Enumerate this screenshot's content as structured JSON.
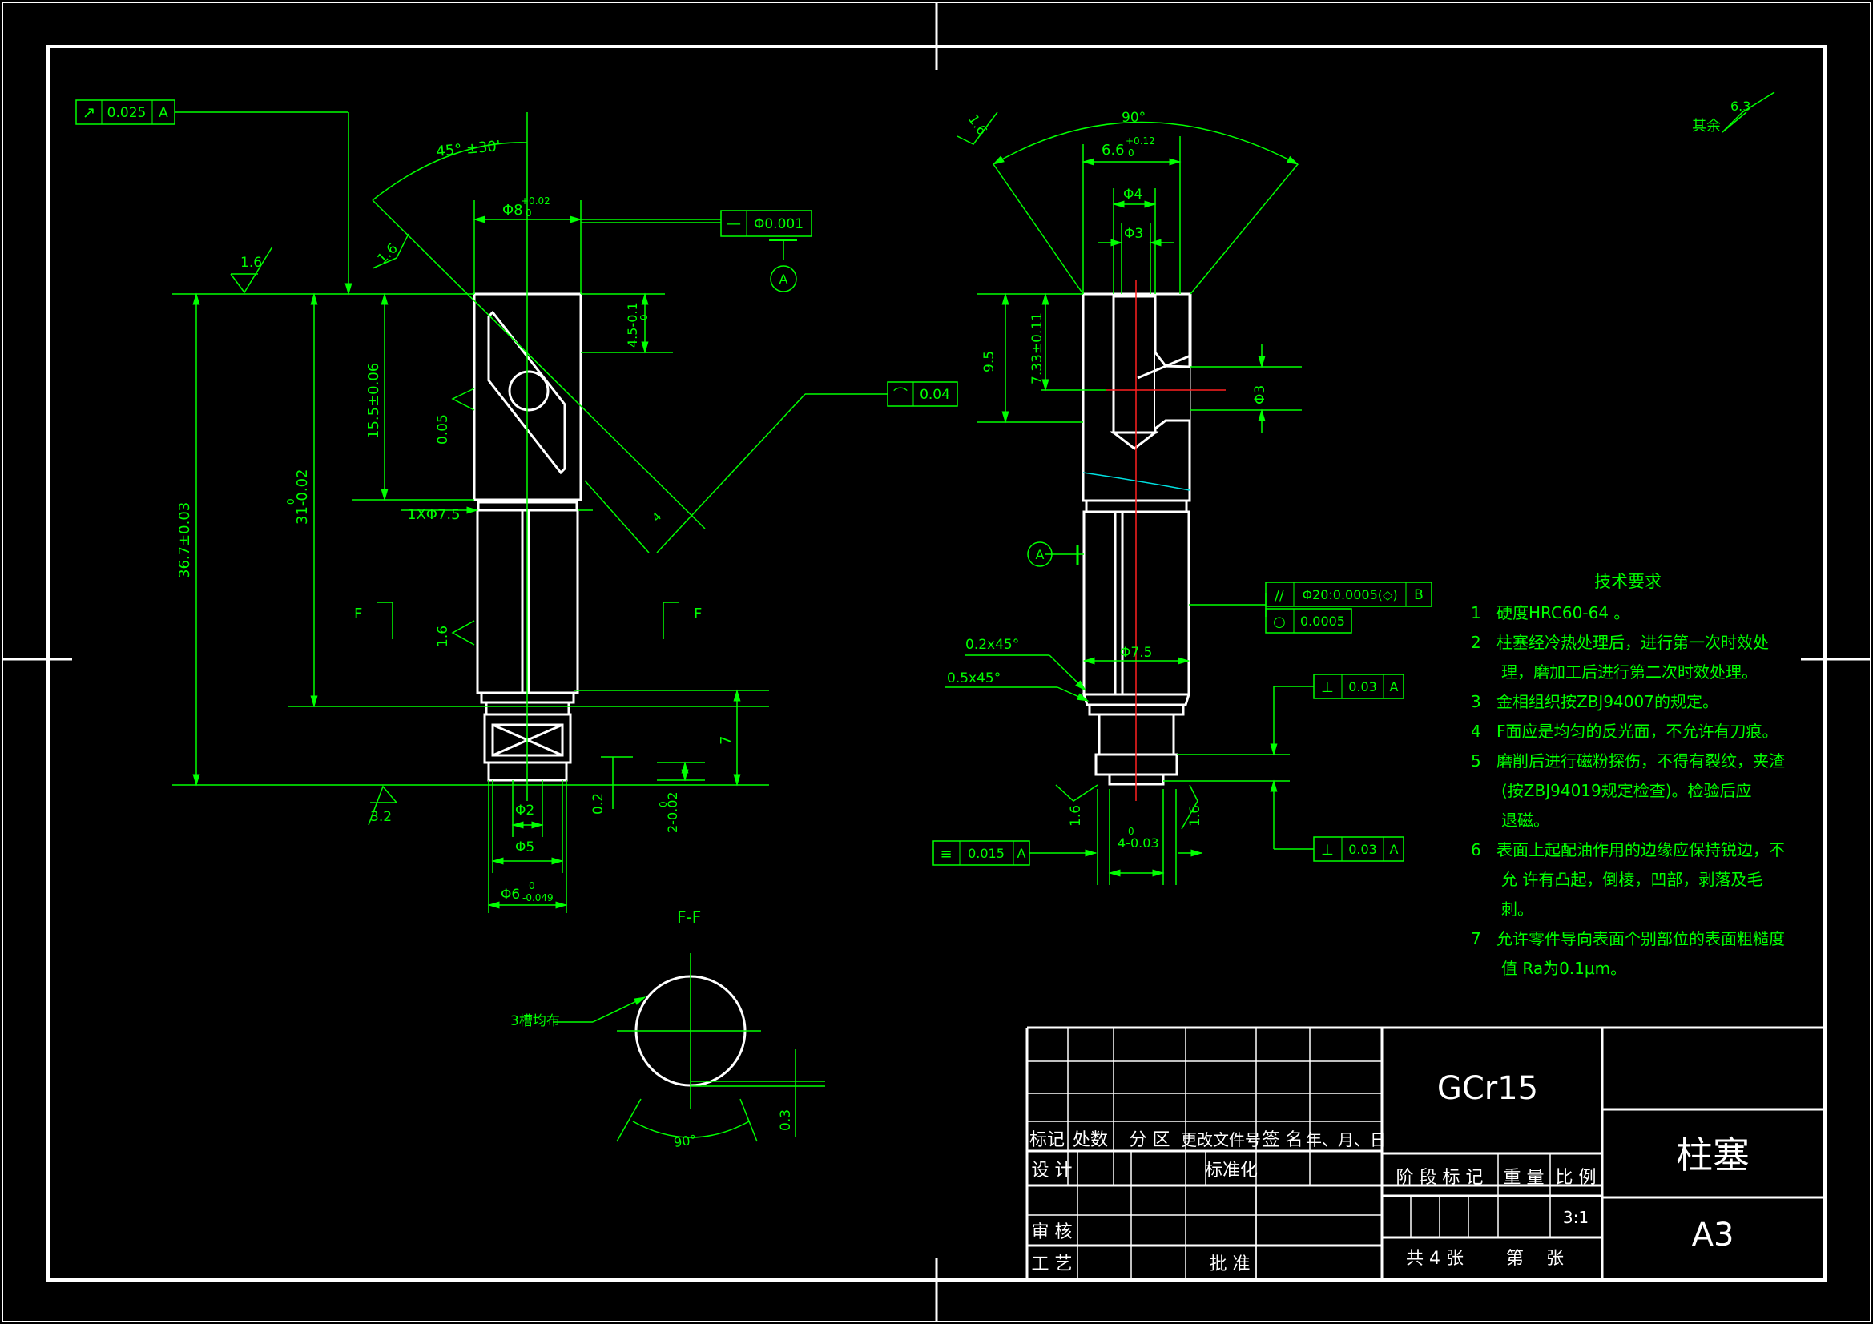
{
  "drawing": {
    "colors": {
      "outline": "#ffffff",
      "dimension": "#00ff00",
      "centerline": "#ff2020",
      "hatch": "#00e0e0"
    },
    "left_view": {
      "tol_frame": {
        "symbol": "↗",
        "value": "0.025",
        "datum": "A"
      },
      "angle_dim": "45° ±30'",
      "dia_top": "Φ8",
      "dia_top_tol": "+0.02",
      "dia_top_tol2": "0",
      "flat_frame": {
        "symbol": "—",
        "value": "Φ0.001"
      },
      "datum_a": "A",
      "rough_16a": "1.6",
      "rough_16b": "1.6",
      "dim_45": "4.5-0.1",
      "dim_45b": "0",
      "dim_155": "15.5±0.06",
      "rough_005": "0.05",
      "profile_frame": {
        "symbol": "⌒",
        "value": "0.04"
      },
      "dim_31": "31-0.02",
      "dim_31b": "0",
      "dim_367": "36.7±0.03",
      "dim_1x75": "1XΦ7.5",
      "dim_4": "4",
      "section_f1": "F",
      "section_f2": "F",
      "rough_16c": "1.6",
      "dim_7": "7",
      "dim_02": "0.2",
      "dim_2": "2-0.02",
      "dim_2b": "0",
      "rough_32": "3.2",
      "dia_2": "Φ2",
      "dia_5": "Φ5",
      "dia_6": "Φ6",
      "dia_6_tol": "-0.049",
      "dia_6_tol2": "0"
    },
    "section_ff": {
      "title": "F-F",
      "note": "3槽均布",
      "angle": "90°",
      "dim_03": "0.3"
    },
    "right_view": {
      "rough_16": "1.6",
      "angle": "90°",
      "dim_66": "6.6",
      "dim_66_tol": "+0.12",
      "dim_66_tol2": "0",
      "dia_4": "Φ4",
      "dia_3": "Φ3",
      "dim_95": "9.5",
      "dim_733": "7.33±0.11",
      "dia_3b": "Φ3",
      "datum_a": "A",
      "par_frame": {
        "symbol": "//",
        "value": "Φ20:0.0005(◇)",
        "datum": "B"
      },
      "round_frame": {
        "symbol": "○",
        "value": "0.0005"
      },
      "chamfer_1": "0.2x45°",
      "chamfer_2": "0.5x45°",
      "dia_75": "Φ7.5",
      "perp_frame1": {
        "symbol": "⊥",
        "value": "0.03",
        "datum": "A"
      },
      "perp_frame2": {
        "symbol": "⊥",
        "value": "0.03",
        "datum": "A"
      },
      "sym_frame": {
        "symbol": "≡",
        "value": "0.015",
        "datum": "A"
      },
      "rough_16b": "1.6",
      "rough_16c": "1.6",
      "dim_4": "4-0.03",
      "dim_4b": "0",
      "rough_other": "其余",
      "rough_other_val": "6.3"
    },
    "tech_req": {
      "title": "技术要求",
      "items": [
        {
          "num": "1",
          "lines": [
            "硬度HRC60-64 。"
          ]
        },
        {
          "num": "2",
          "lines": [
            "柱塞经冷热处理后，进行第一次时效处",
            "理，磨加工后进行第二次时效处理。"
          ]
        },
        {
          "num": "3",
          "lines": [
            "金相组织按ZBJ94007的规定。"
          ]
        },
        {
          "num": "4",
          "lines": [
            "F面应是均匀的反光面，不允许有刀痕。"
          ]
        },
        {
          "num": "5",
          "lines": [
            "磨削后进行磁粉探伤，不得有裂纹，夹渣",
            "(按ZBJ94019规定检查)。检验后应",
            "退磁。"
          ]
        },
        {
          "num": "6",
          "lines": [
            "表面上起配油作用的边缘应保持锐边，不",
            "允 许有凸起，倒棱，凹部，剥落及毛",
            "刺。"
          ]
        },
        {
          "num": "7",
          "lines": [
            "允许零件导向表面个别部位的表面粗糙度",
            "值 Ra为0.1μm。"
          ]
        }
      ]
    },
    "title_block": {
      "material": "GCr15",
      "part_name": "柱塞",
      "size": "A3",
      "scale": "3:1",
      "h_mark": "标记",
      "h_count": "处数",
      "h_zone": "分 区",
      "h_doc": "更改文件号",
      "h_sign": "签 名",
      "h_date": "年、月、日",
      "h_design": "设 计",
      "h_std": "标准化",
      "h_stage": "阶 段 标 记",
      "h_weight": "重 量",
      "h_scale": "比 例",
      "h_check": "审 核",
      "h_process": "工 艺",
      "h_approve": "批 准",
      "sheets": "共 4 张",
      "sheet_no": "第",
      "sheet_unit": "张"
    }
  }
}
